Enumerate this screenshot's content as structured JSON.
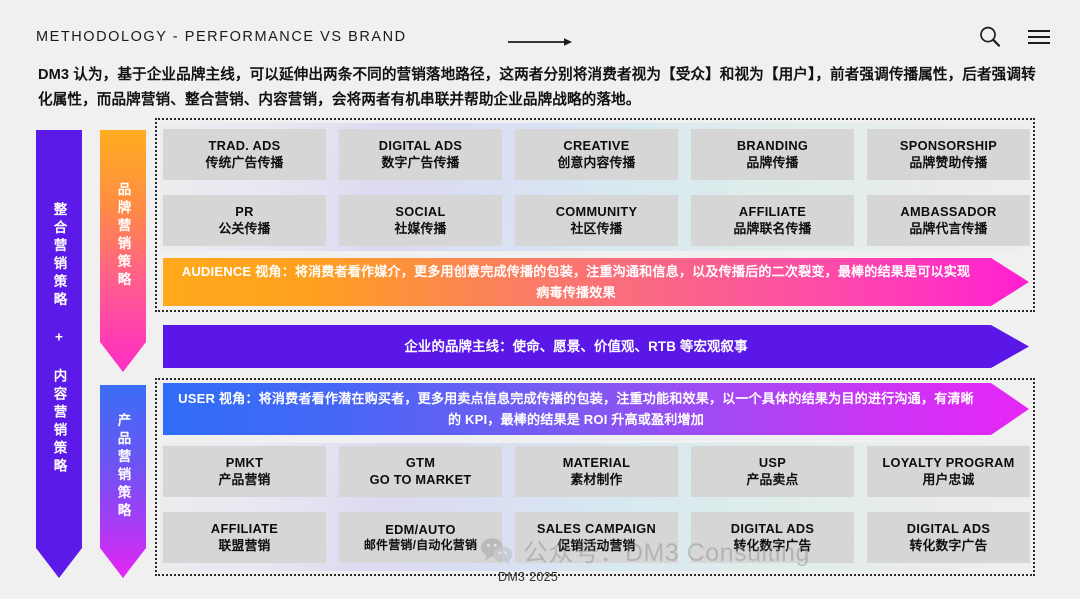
{
  "header": {
    "title": "METHODOLOGY - PERFORMANCE VS BRAND",
    "arrow_icon": "long-arrow-right-icon",
    "search_icon": "search-icon",
    "menu_icon": "hamburger-menu-icon"
  },
  "intro": {
    "text": "DM3 认为，基于企业品牌主线，可以延伸出两条不同的营销落地路径，这两者分别将消费者视为【受众】和视为【用户】，前者强调传播属性，后者强调转化属性，而品牌营销、整合营销、内容营销，会将两者有机串联并帮助企业品牌战略的落地。"
  },
  "side_bars": [
    {
      "id": "integrated",
      "label": "整合营销策略 + 内容营销策略",
      "color_start": "#5B1AE8",
      "color_end": "#5B1AE8"
    },
    {
      "id": "brand",
      "label": "品牌营销策略",
      "color_start": "#FFAD1F",
      "color_end": "#FF2DC8"
    },
    {
      "id": "product",
      "label": "产品营销策略",
      "color_start": "#3A6EF5",
      "color_end": "#E526F5"
    }
  ],
  "brand_section": {
    "row1": [
      {
        "en": "TRAD. ADS",
        "cn": "传统广告传播"
      },
      {
        "en": "DIGITAL ADS",
        "cn": "数字广告传播"
      },
      {
        "en": "CREATIVE",
        "cn": "创意内容传播"
      },
      {
        "en": "BRANDING",
        "cn": "品牌传播"
      },
      {
        "en": "SPONSORSHIP",
        "cn": "品牌赞助传播"
      }
    ],
    "row2": [
      {
        "en": "PR",
        "cn": "公关传播"
      },
      {
        "en": "SOCIAL",
        "cn": "社媒传播"
      },
      {
        "en": "COMMUNITY",
        "cn": "社区传播"
      },
      {
        "en": "AFFILIATE",
        "cn": "品牌联名传播"
      },
      {
        "en": "AMBASSADOR",
        "cn": "品牌代言传播"
      }
    ],
    "banner": {
      "text": "AUDIENCE 视角：将消费者看作媒介，更多用创意完成传播的包装，注重沟通和信息，以及传播后的二次裂变，最棒的结果是可以实现病毒传播效果",
      "color_start": "#FFA91C",
      "color_end": "#FF1ED2"
    }
  },
  "brand_line_banner": {
    "text": "企业的品牌主线：使命、愿景、价值观、RTB 等宏观叙事",
    "color": "#5A17E8"
  },
  "product_section": {
    "banner": {
      "text": "USER 视角：将消费者看作潜在购买者，更多用卖点信息完成传播的包装，注重功能和效果，以一个具体的结果为目的进行沟通，有清晰的 KPI，最棒的结果是 ROI 升高或盈利增加",
      "color_start": "#2F6DF7",
      "color_end": "#E726F6"
    },
    "row1": [
      {
        "en": "PMKT",
        "cn": "产品营销"
      },
      {
        "en": "GTM",
        "cn": "GO TO MARKET"
      },
      {
        "en": "MATERIAL",
        "cn": "素材制作"
      },
      {
        "en": "USP",
        "cn": "产品卖点"
      },
      {
        "en": "LOYALTY PROGRAM",
        "cn": "用户忠诚"
      }
    ],
    "row2": [
      {
        "en": "AFFILIATE",
        "cn": "联盟营销"
      },
      {
        "en": "EDM/AUTO",
        "cn": "邮件营销/自动化营销"
      },
      {
        "en": "SALES CAMPAIGN",
        "cn": "促销活动营销"
      },
      {
        "en": "DIGITAL ADS",
        "cn": "转化数字广告"
      },
      {
        "en": "DIGITAL ADS",
        "cn": "转化数字广告"
      }
    ]
  },
  "footer": {
    "text": "DM3 2025"
  },
  "watermark": {
    "text": "公众号：DM3 Consulting",
    "icon": "wechat-icon"
  }
}
